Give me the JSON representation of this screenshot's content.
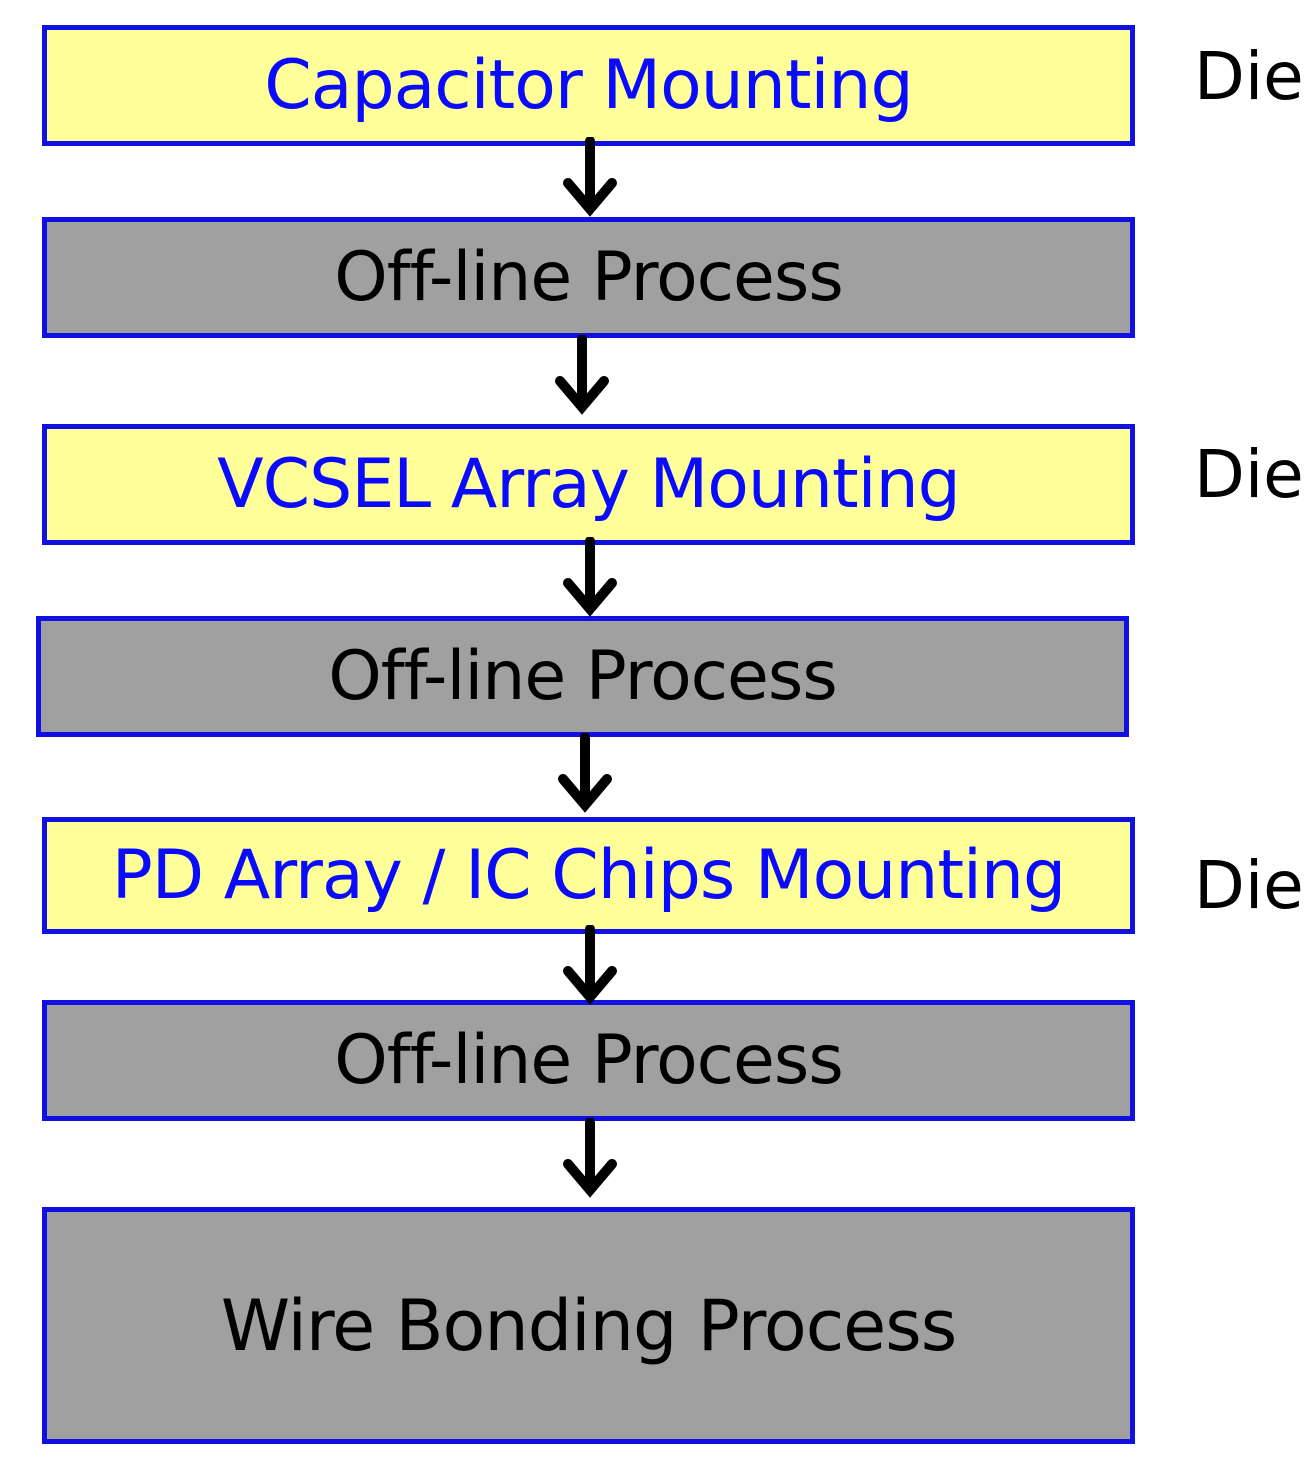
{
  "diagram": {
    "steps": [
      {
        "label": "Capacitor Mounting",
        "kind": "mounting",
        "fill": "#ffff99",
        "text_color": "#0a0aff"
      },
      {
        "label": "Off-line Process",
        "kind": "offline",
        "fill": "#a0a0a0",
        "text_color": "#000000"
      },
      {
        "label": "VCSEL Array Mounting",
        "kind": "mounting",
        "fill": "#ffff99",
        "text_color": "#0a0aff"
      },
      {
        "label": "Off-line Process",
        "kind": "offline",
        "fill": "#a0a0a0",
        "text_color": "#000000"
      },
      {
        "label": "PD Array / IC Chips Mounting",
        "kind": "mounting",
        "fill": "#ffff99",
        "text_color": "#0a0aff"
      },
      {
        "label": "Off-line Process",
        "kind": "offline",
        "fill": "#a0a0a0",
        "text_color": "#000000"
      },
      {
        "label": "Wire Bonding Process",
        "kind": "offline",
        "fill": "#a0a0a0",
        "text_color": "#000000"
      }
    ],
    "side_notes": [
      "Die",
      "Die",
      "Die"
    ],
    "border_color": "#1010e0",
    "arrow_color": "#000000"
  }
}
